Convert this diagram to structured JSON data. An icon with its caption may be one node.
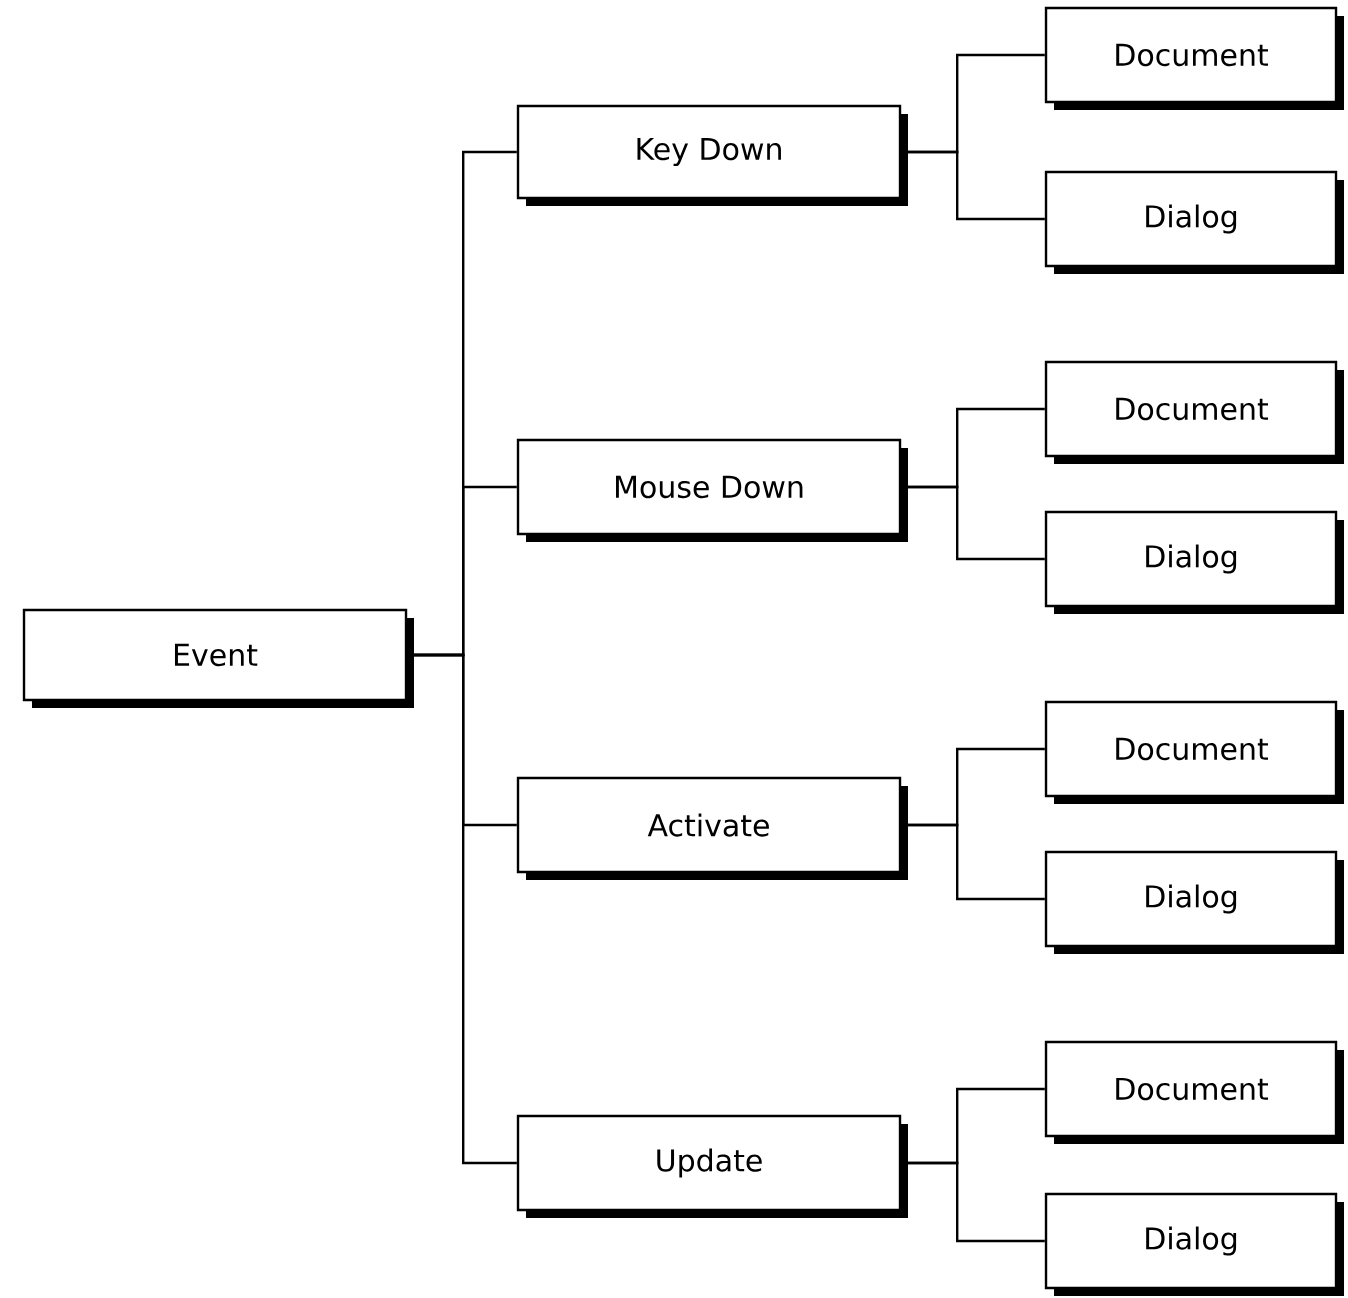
{
  "diagram": {
    "nodes": [
      {
        "text": [
          "Event"
        ]
      },
      {
        "text": [
          "Key Down"
        ]
      },
      {
        "text": [
          "Document"
        ]
      },
      {
        "text": [
          "Dialog"
        ]
      },
      {
        "text": [
          "Mouse Down"
        ]
      },
      {
        "text": [
          "Document"
        ]
      },
      {
        "text": [
          "Dialog"
        ]
      },
      {
        "text": [
          "Activate"
        ]
      },
      {
        "text": [
          "Document"
        ]
      },
      {
        "text": [
          "Dialog"
        ]
      },
      {
        "text": [
          "Update"
        ]
      },
      {
        "text": [
          "Document"
        ]
      },
      {
        "text": [
          "Dialog"
        ]
      }
    ],
    "edges": [
      {
        "from": 0,
        "to": 1,
        "arrow": "none"
      },
      {
        "from": 0,
        "to": 4,
        "arrow": "none"
      },
      {
        "from": 0,
        "to": 7,
        "arrow": "none"
      },
      {
        "from": 0,
        "to": 10,
        "arrow": "none"
      },
      {
        "from": 1,
        "to": 2,
        "arrow": "none"
      },
      {
        "from": 1,
        "to": 3,
        "arrow": "none"
      },
      {
        "from": 4,
        "to": 5,
        "arrow": "none"
      },
      {
        "from": 4,
        "to": 6,
        "arrow": "none"
      },
      {
        "from": 7,
        "to": 8,
        "arrow": "none"
      },
      {
        "from": 7,
        "to": 9,
        "arrow": "none"
      },
      {
        "from": 10,
        "to": 11,
        "arrow": "none"
      },
      {
        "from": 10,
        "to": 12,
        "arrow": "none"
      }
    ]
  }
}
